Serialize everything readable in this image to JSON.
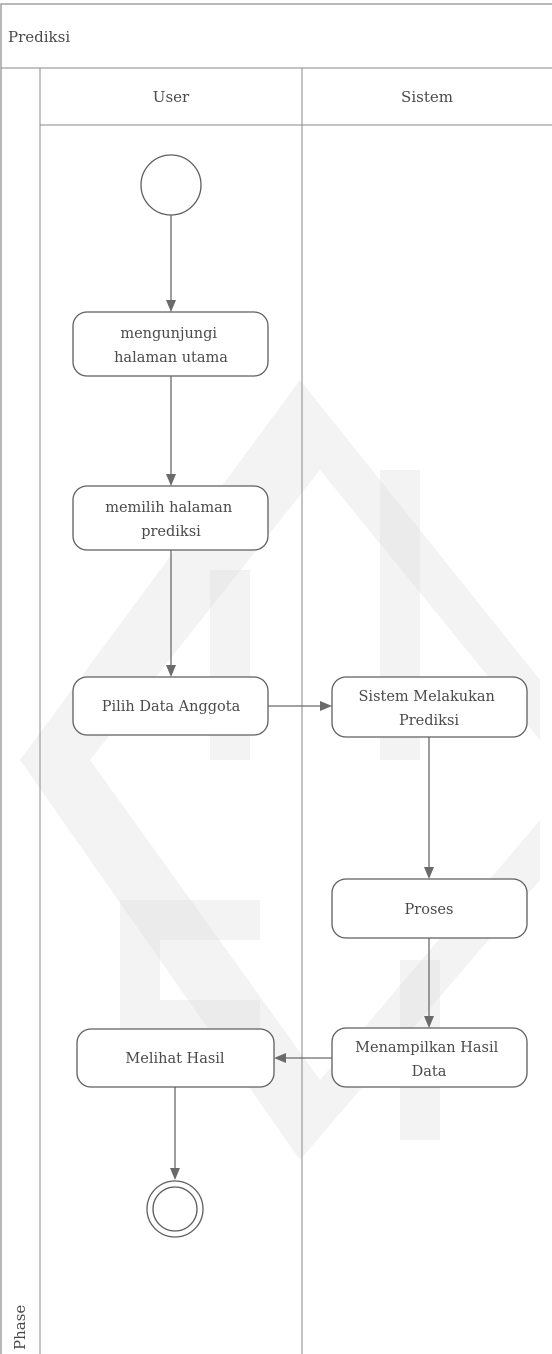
{
  "diagram": {
    "title": "Prediksi",
    "phase_label": "Phase",
    "lanes": {
      "user": "User",
      "system": "Sistem"
    },
    "actions": {
      "visit_home": [
        "mengunjungi",
        "halaman utama"
      ],
      "choose_page": [
        "memilih halaman",
        "prediksi"
      ],
      "choose_member": [
        "Pilih Data Anggota"
      ],
      "system_predict": [
        "Sistem Melakukan",
        "Prediksi"
      ],
      "process": [
        "Proses"
      ],
      "show_result": [
        "Menampilkan Hasil",
        "Data"
      ],
      "view_result": [
        "Melihat Hasil"
      ]
    },
    "colors": {
      "line": "#5e5e5e",
      "frame": "#8a8a8a",
      "text": "#4a4a4a"
    }
  }
}
